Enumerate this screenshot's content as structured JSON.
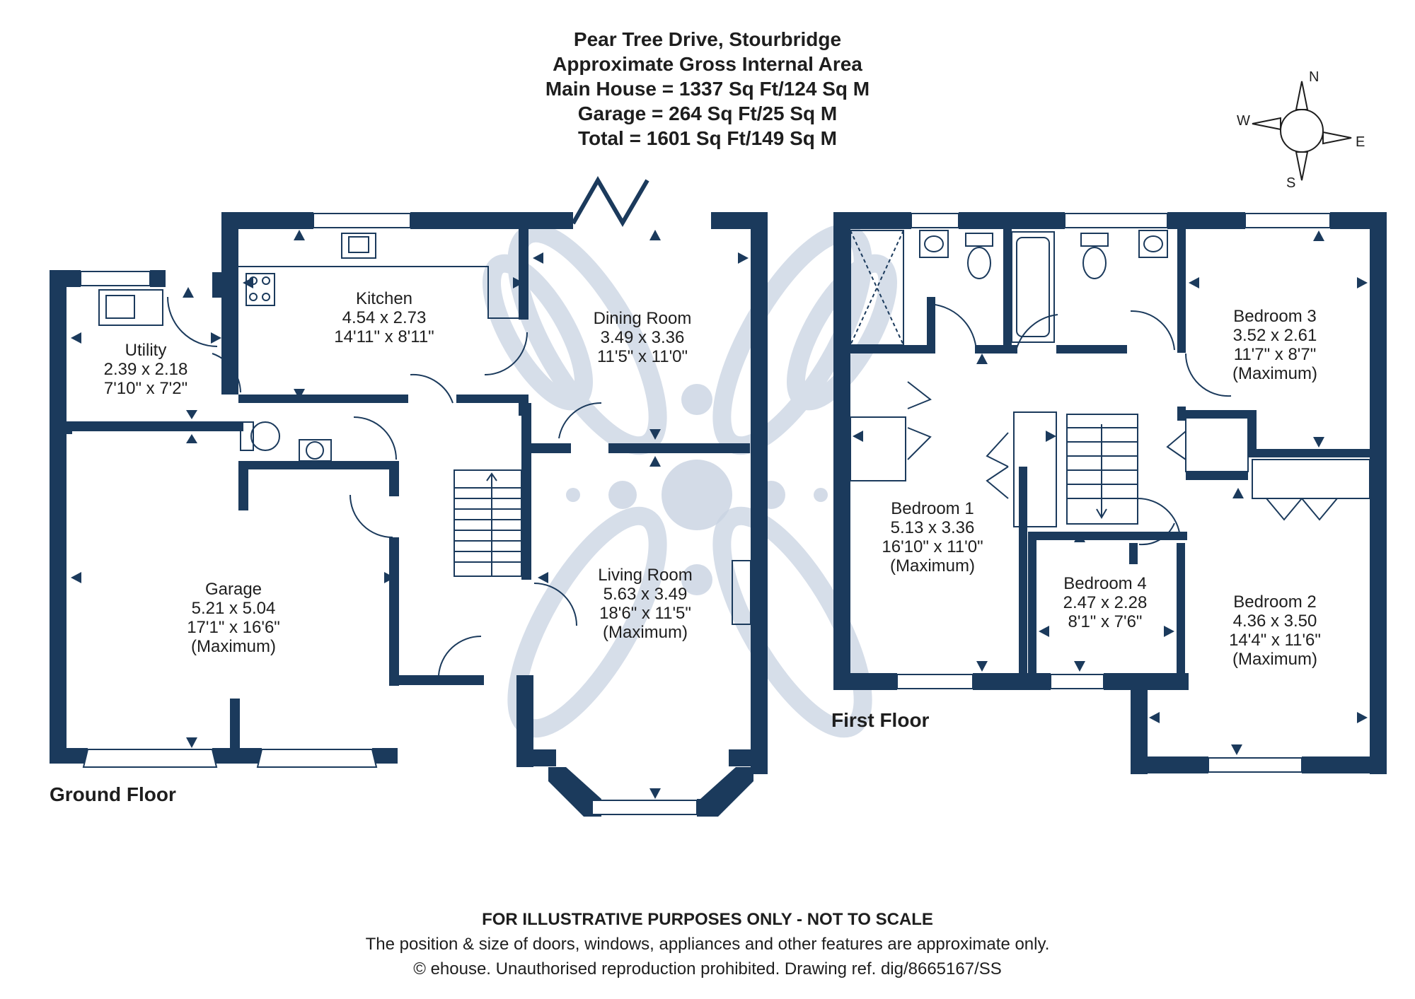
{
  "header": {
    "address": "Pear Tree Drive, Stourbridge",
    "area_title": "Approximate Gross Internal Area",
    "main_house": "Main House = 1337 Sq Ft/124 Sq M",
    "garage": "Garage = 264 Sq Ft/25 Sq M",
    "total": "Total = 1601 Sq Ft/149 Sq M"
  },
  "compass": {
    "n": "N",
    "s": "S",
    "e": "E",
    "w": "W"
  },
  "floors": {
    "ground": "Ground Floor",
    "first": "First Floor"
  },
  "rooms": {
    "kitchen": {
      "name": "Kitchen",
      "metric": "4.54 x 2.73",
      "imperial": "14'11\" x 8'11\""
    },
    "dining": {
      "name": "Dining Room",
      "metric": "3.49 x 3.36",
      "imperial": "11'5\" x 11'0\""
    },
    "utility": {
      "name": "Utility",
      "metric": "2.39 x 2.18",
      "imperial": "7'10\" x 7'2\""
    },
    "garage": {
      "name": "Garage",
      "metric": "5.21 x 5.04",
      "imperial": "17'1\" x 16'6\"",
      "note": "(Maximum)"
    },
    "living": {
      "name": "Living Room",
      "metric": "5.63 x 3.49",
      "imperial": "18'6\" x 11'5\"",
      "note": "(Maximum)"
    },
    "bed1": {
      "name": "Bedroom 1",
      "metric": "5.13 x 3.36",
      "imperial": "16'10\" x 11'0\"",
      "note": "(Maximum)"
    },
    "bed2": {
      "name": "Bedroom 2",
      "metric": "4.36 x 3.50",
      "imperial": "14'4\" x 11'6\"",
      "note": "(Maximum)"
    },
    "bed3": {
      "name": "Bedroom 3",
      "metric": "3.52 x 2.61",
      "imperial": "11'7\" x 8'7\"",
      "note": "(Maximum)"
    },
    "bed4": {
      "name": "Bedroom 4",
      "metric": "2.47 x 2.28",
      "imperial": "8'1\" x 7'6\""
    }
  },
  "disclaimer": {
    "line1": "FOR ILLUSTRATIVE PURPOSES ONLY - NOT TO SCALE",
    "line2": "The position & size of doors, windows, appliances and other features are approximate only.",
    "line3": "© ehouse. Unauthorised reproduction prohibited. Drawing ref. dig/8665167/SS"
  },
  "colors": {
    "wall": "#1b3a5c",
    "watermark": "#c9d3e2",
    "text": "#1e1e1e"
  }
}
